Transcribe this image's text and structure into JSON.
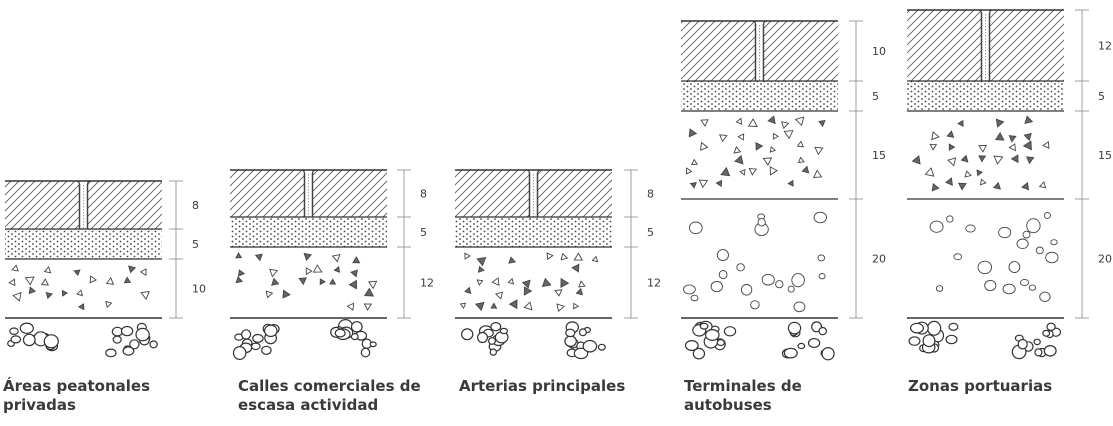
{
  "sections": [
    {
      "title_lines": [
        "Áreas peatonales",
        "privadas"
      ],
      "layers": [
        8,
        5,
        10
      ]
    },
    {
      "title_lines": [
        "Calles comerciales de",
        "escasa actividad"
      ],
      "layers": [
        8,
        5,
        12
      ]
    },
    {
      "title_lines": [
        "Arterias principales"
      ],
      "layers": [
        8,
        5,
        12
      ]
    },
    {
      "title_lines": [
        "Terminales de",
        "autobuses"
      ],
      "layers": [
        10,
        5,
        15,
        20
      ]
    },
    {
      "title_lines": [
        "Zonas portuarias"
      ],
      "layers": [
        12,
        5,
        15,
        20
      ]
    }
  ]
}
